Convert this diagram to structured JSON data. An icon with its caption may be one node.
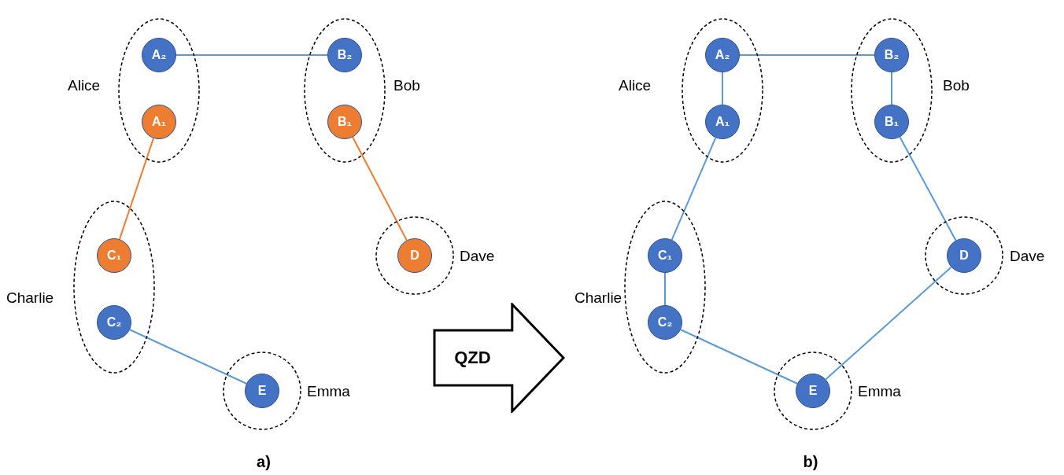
{
  "diagram": {
    "nodes": [
      {
        "text": [],
        "shape": "ellipse",
        "beside": [
          "Alice"
        ]
      },
      {
        "text": [
          "A₂"
        ],
        "in": 0
      },
      {
        "text": [
          "A₁"
        ],
        "in": 0
      },
      {
        "text": [],
        "shape": "ellipse",
        "beside": [
          "Bob"
        ]
      },
      {
        "text": [
          "B₂"
        ],
        "in": 3
      },
      {
        "text": [
          "B₁"
        ],
        "in": 3
      },
      {
        "text": [],
        "shape": "ellipse",
        "beside": [
          "Charlie"
        ]
      },
      {
        "text": [
          "C₁"
        ],
        "in": 6
      },
      {
        "text": [
          "C₂"
        ],
        "in": 6
      },
      {
        "text": [],
        "shape": "circle",
        "beside": [
          "Dave"
        ]
      },
      {
        "text": [
          "D"
        ],
        "in": 9
      },
      {
        "text": [],
        "shape": "circle",
        "beside": [
          "Emma"
        ]
      },
      {
        "text": [
          "E"
        ],
        "in": 11
      },
      {
        "text": [
          "QZD"
        ]
      },
      {
        "text": [],
        "shape": "ellipse",
        "beside": [
          "Alice"
        ]
      },
      {
        "text": [
          "A₂"
        ],
        "in": 14
      },
      {
        "text": [
          "A₁"
        ],
        "in": 14
      },
      {
        "text": [],
        "shape": "ellipse",
        "beside": [
          "Bob"
        ]
      },
      {
        "text": [
          "B₂"
        ],
        "in": 17
      },
      {
        "text": [
          "B₁"
        ],
        "in": 17
      },
      {
        "text": [],
        "shape": "ellipse",
        "beside": [
          "Charlie"
        ]
      },
      {
        "text": [
          "C₁"
        ],
        "in": 20
      },
      {
        "text": [
          "C₂"
        ],
        "in": 20
      },
      {
        "text": [],
        "shape": "circle",
        "beside": [
          "Dave"
        ]
      },
      {
        "text": [
          "D"
        ],
        "in": 23
      },
      {
        "text": [],
        "shape": "circle",
        "beside": [
          "Emma"
        ]
      },
      {
        "text": [
          "E"
        ],
        "in": 25
      }
    ],
    "edges": [
      {
        "from": 1,
        "to": 4,
        "arrow": "none"
      },
      {
        "from": 2,
        "to": 7,
        "arrow": "none",
        "color": "#ed7d31"
      },
      {
        "from": 5,
        "to": 10,
        "arrow": "none",
        "color": "#ed7d31"
      },
      {
        "from": 8,
        "to": 12,
        "arrow": "none"
      },
      {
        "from": 15,
        "to": 18,
        "arrow": "none"
      },
      {
        "from": 15,
        "to": 16,
        "arrow": "none"
      },
      {
        "from": 18,
        "to": 19,
        "arrow": "none"
      },
      {
        "from": 16,
        "to": 21,
        "arrow": "none"
      },
      {
        "from": 19,
        "to": 24,
        "arrow": "none"
      },
      {
        "from": 21,
        "to": 22,
        "arrow": "none"
      },
      {
        "from": 22,
        "to": 26,
        "arrow": "none"
      },
      {
        "from": 26,
        "to": 24,
        "arrow": "none"
      }
    ],
    "labels": [
      "a)",
      "b)"
    ]
  }
}
